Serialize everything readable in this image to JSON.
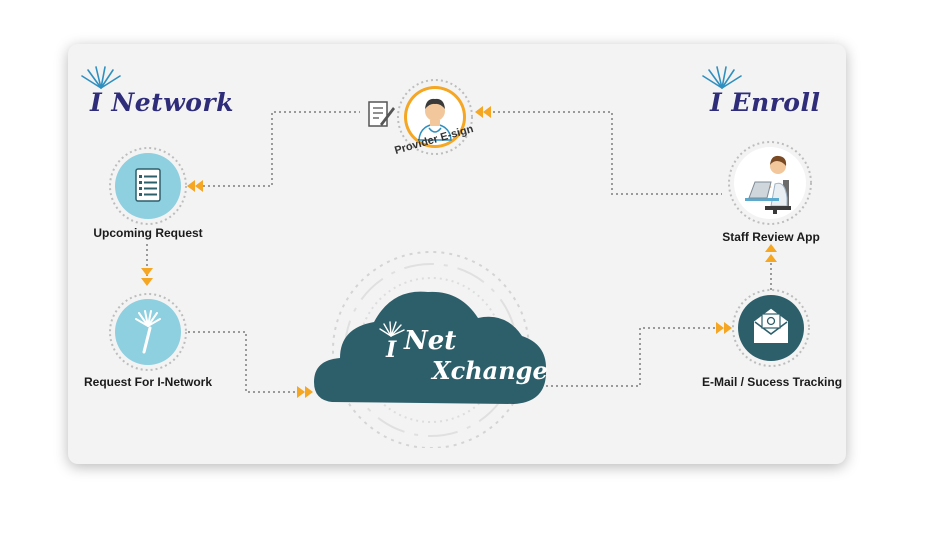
{
  "brands": {
    "left": "I Network",
    "right": "I Enroll"
  },
  "cloud": {
    "line1": "Net",
    "line2": "Xchange",
    "prefix": "I"
  },
  "nodes": {
    "provider_esign": "Provider E-sign",
    "upcoming_request": "Upcoming Request",
    "request_for_inetwork": "Request For I-Network",
    "staff_review_app": "Staff Review App",
    "email_tracking": "E-Mail / Sucess Tracking"
  },
  "colors": {
    "navy": "#2f2d7a",
    "light_blue": "#8ecfe0",
    "teal": "#2d5f6b",
    "orange": "#f5a623",
    "connector": "#9a9a9a"
  },
  "icons": {
    "provider": "doctor-icon",
    "pen_paper": "pen-document-icon",
    "upcoming": "list-document-icon",
    "request": "spark-logo-icon",
    "staff": "person-laptop-icon",
    "email": "envelope-icon"
  }
}
